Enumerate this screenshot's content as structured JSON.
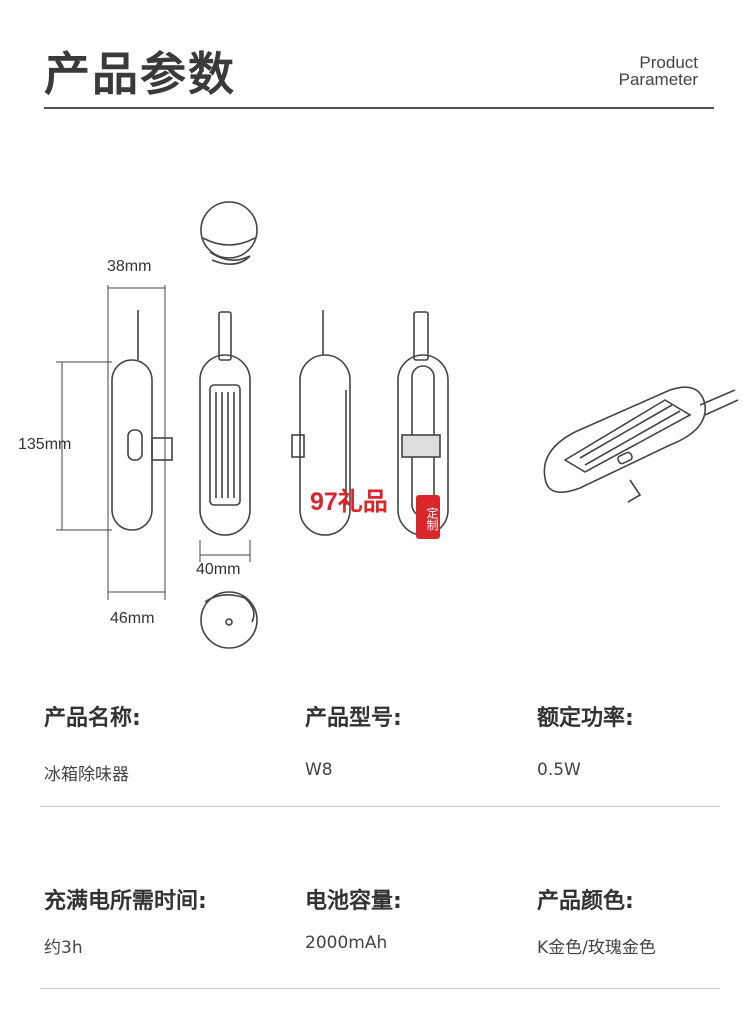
{
  "header": {
    "title_cn": "产品参数",
    "title_en_line1": "Product",
    "title_en_line2": "Parameter"
  },
  "dimensions": {
    "width_top": "38mm",
    "height": "135mm",
    "width_front": "40mm",
    "depth": "46mm"
  },
  "watermark": {
    "text": "97礼品",
    "seal": "定制"
  },
  "specs": [
    {
      "label": "产品名称:",
      "value": "冰箱除味器"
    },
    {
      "label": "产品型号:",
      "value": "W8"
    },
    {
      "label": "额定功率:",
      "value": "0.5W"
    },
    {
      "label": "充满电所需时间:",
      "value": "约3h"
    },
    {
      "label": "电池容量:",
      "value": "2000mAh"
    },
    {
      "label": "产品颜色:",
      "value": "K金色/玫瑰金色"
    }
  ],
  "colors": {
    "accent": "#d9262c",
    "line": "#555555"
  }
}
